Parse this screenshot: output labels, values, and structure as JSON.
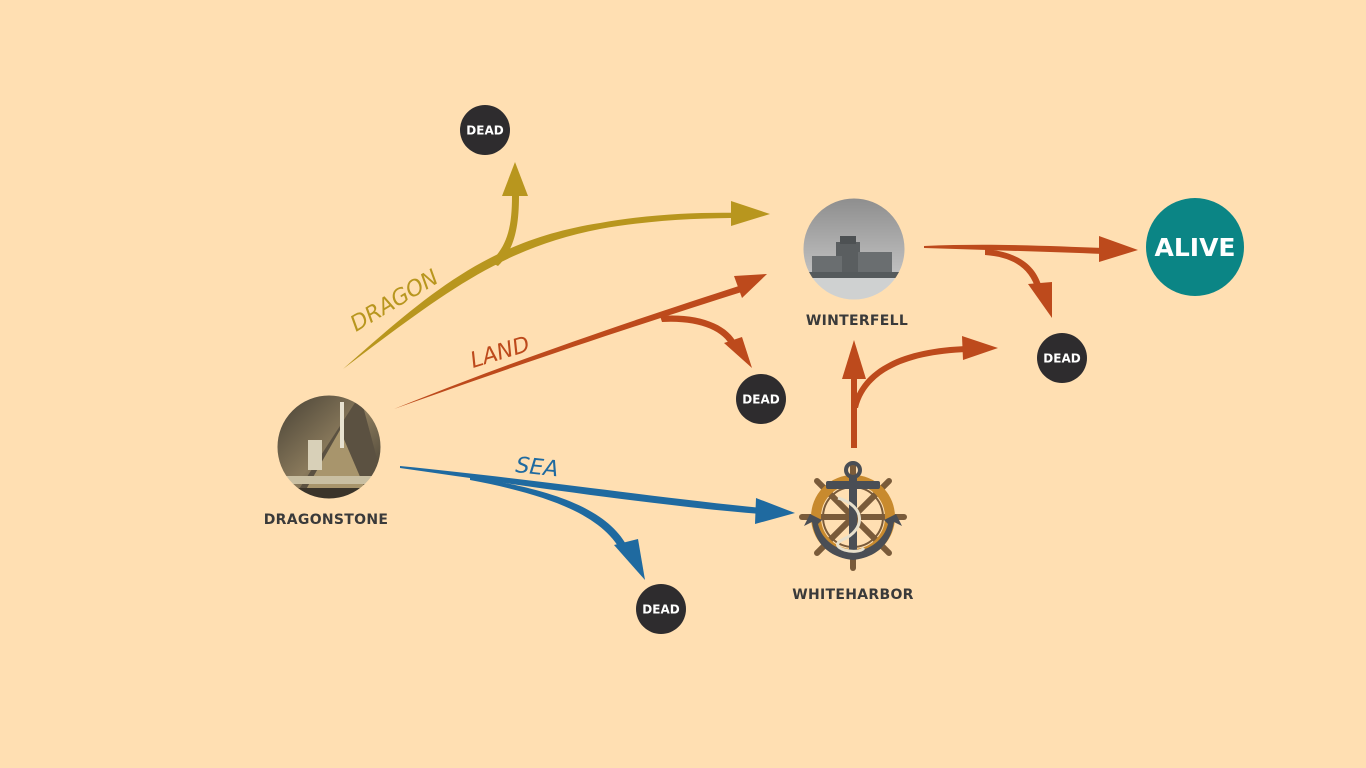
{
  "colors": {
    "background": "#FFDFB2",
    "dragon": "#B8961E",
    "land": "#BD4A1C",
    "sea": "#1F6AA0",
    "dead": "#2E2C2E",
    "alive": "#0B8585",
    "label": "#3a3a3a"
  },
  "nodes": {
    "dragonstone": {
      "label": "DRAGONSTONE",
      "icon": "castle-photo-icon"
    },
    "winterfell": {
      "label": "WINTERFELL",
      "icon": "castle-photo-icon"
    },
    "whiteharbor": {
      "label": "WHITEHARBOR",
      "icon": "anchor-wheel-icon"
    },
    "alive": {
      "label": "ALIVE"
    },
    "dead_dragon": {
      "label": "DEAD"
    },
    "dead_land": {
      "label": "DEAD"
    },
    "dead_sea": {
      "label": "DEAD"
    },
    "dead_winterfell": {
      "label": "DEAD"
    }
  },
  "routes": {
    "dragon": {
      "label": "DRAGON"
    },
    "land": {
      "label": "LAND"
    },
    "sea": {
      "label": "SEA"
    }
  }
}
